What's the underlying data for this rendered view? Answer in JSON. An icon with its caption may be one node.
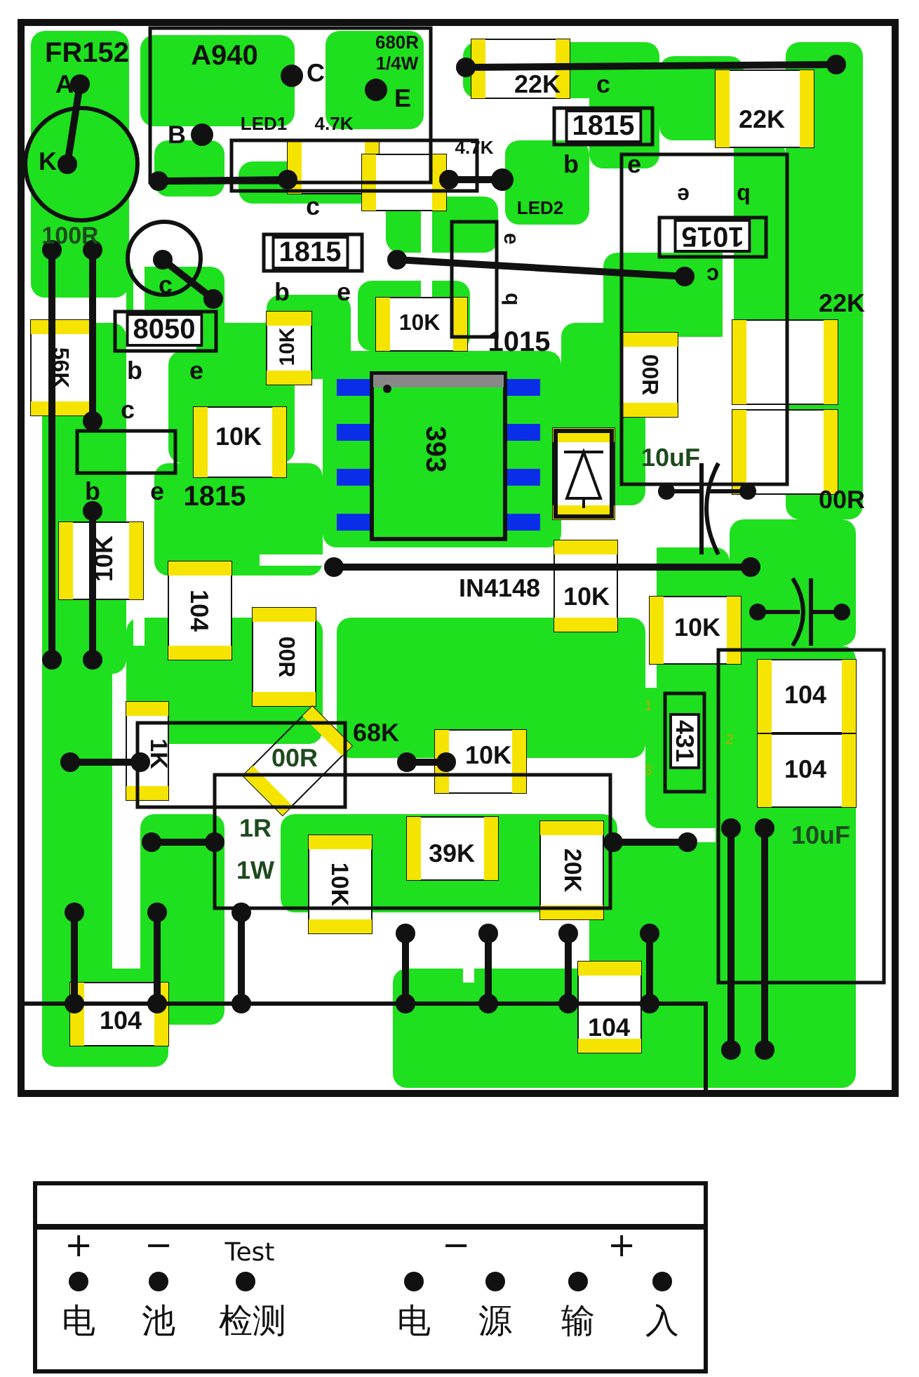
{
  "diagram": {
    "labels": [
      "FR152",
      "A940",
      "680R",
      "1/4W",
      "A",
      "C",
      "E",
      "22K",
      "c",
      "22K",
      "LED1",
      "4.7K",
      "B",
      "1815",
      "4.7K",
      "K",
      "b",
      "e",
      "e",
      "b",
      "c",
      "LED2",
      "100R",
      "e",
      "1015",
      "1815",
      "c",
      "b",
      "c",
      "b",
      "e",
      "10K",
      "22K",
      "1015",
      "8050",
      "10K",
      "56K",
      "00R",
      "b",
      "e",
      "c",
      "10K",
      "393",
      "b",
      "e",
      "1815",
      "10uF",
      "00R",
      "10K",
      "104",
      "IN4148",
      "10K",
      "10K",
      "00R",
      "1",
      "431",
      "104",
      "2",
      "68K",
      "1K",
      "00R",
      "10K",
      "104",
      "3",
      "1R",
      "10uF",
      "39K",
      "20K",
      "1W",
      "10K",
      "104",
      "104",
      "+",
      "−",
      "Test",
      "−",
      "+",
      "电",
      "池",
      "检测",
      "电",
      "源",
      "输",
      "入"
    ]
  }
}
